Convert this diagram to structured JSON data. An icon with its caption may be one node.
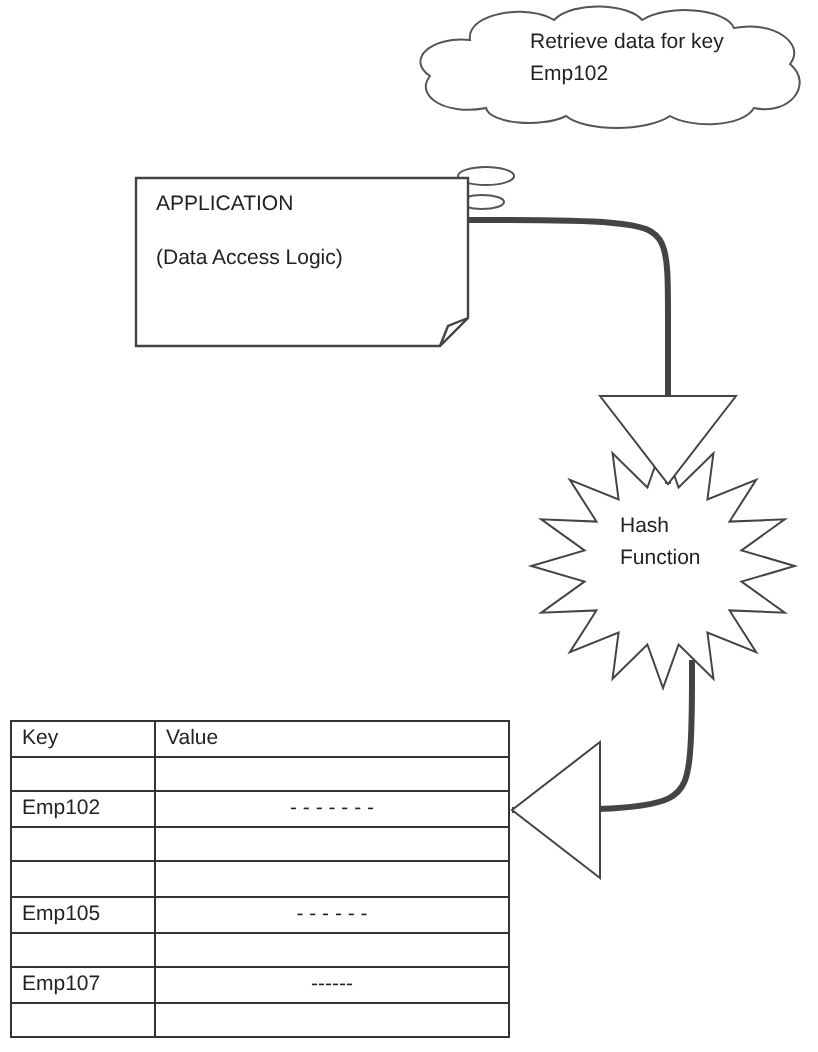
{
  "diagram": {
    "nodes": [
      {
        "text": [
          "Retrieve data for key Emp102"
        ]
      },
      {
        "text": [
          "APPLICATION",
          "(Data Access Logic)"
        ]
      },
      {
        "text": [
          "Hash Function"
        ]
      },
      {
        "text": [],
        "shape": "table"
      }
    ],
    "edges": [
      {
        "from": 1,
        "to": 2,
        "arrow": "to"
      },
      {
        "from": 2,
        "to": 3,
        "arrow": "to"
      }
    ],
    "labels": [
      "Key",
      "Value",
      "Emp102",
      "- - - - - - -",
      "Emp105",
      "- - - - - -",
      "Emp107",
      "------"
    ]
  }
}
